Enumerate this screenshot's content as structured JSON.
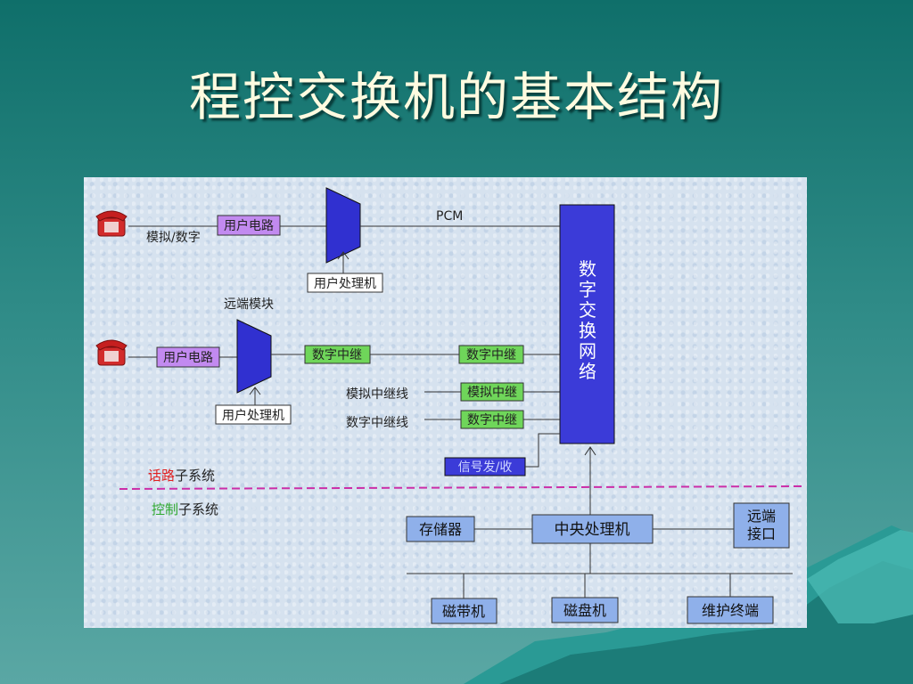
{
  "title": "程控交换机的基本结构",
  "diagram": {
    "pcm": "PCM",
    "user_circuit": "用户电路",
    "analog_digital": "模拟/数字",
    "user_processor": "用户处理机",
    "remote_module": "远端模块",
    "digital_trunk": "数字中继",
    "analog_trunk": "模拟中继",
    "analog_trunk_line": "模拟中继线",
    "digital_trunk_line": "数字中继线",
    "switch_network": [
      "数",
      "字",
      "交",
      "换",
      "网",
      "络"
    ],
    "signal_tx_rx": "信号发/收",
    "voice_subsystem_colored": "话路",
    "voice_subsystem_rest": "子系统",
    "control_subsystem_colored": "控制",
    "control_subsystem_rest": "子系统",
    "memory": "存储器",
    "cpu": "中央处理机",
    "remote_interface_1": "远端",
    "remote_interface_2": "接口",
    "tape": "磁带机",
    "disk": "磁盘机",
    "maint_terminal": "维护终端"
  },
  "colors": {
    "user_box": "#c28af0",
    "trunk_box": "#6fd65a",
    "blue_box": "#3b3bd8",
    "light_blue_box": "#8fb0ea",
    "divider": "#cc2ea8",
    "voice_label": "#e02020",
    "control_label": "#2ea82e"
  }
}
